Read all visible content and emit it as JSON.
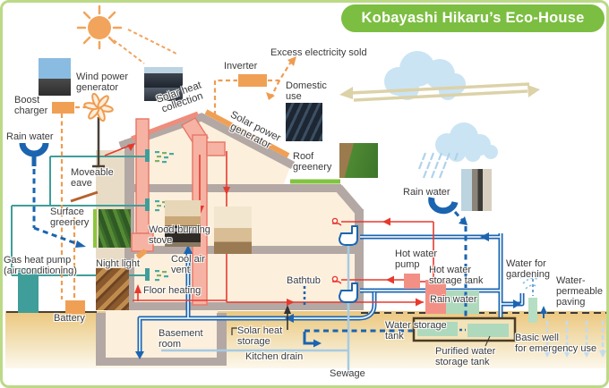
{
  "title": {
    "text": "Kobayashi Hikaru’s Eco-House"
  },
  "colors": {
    "badge_green": "#7cbe41",
    "frame_green": "#bcd987",
    "orange": "#f09d5a",
    "red": "#e8392f",
    "salmon_duct": "#f6b3a3",
    "teal": "#3f9e99",
    "pipe_blue": "#1b64b0",
    "drain_blue": "#a6cbe4",
    "ground_tan": "#ecc77e",
    "wall_gray": "#b3a8a4",
    "greenery": "#82c341"
  },
  "labels": {
    "wind_power": "Wind power\ngenerator",
    "boost_charger": "Boost\ncharger",
    "rain_water_left": "Rain water",
    "moveable_eave": "Moveable\neave",
    "surface_greenery": "Surface\ngreenery",
    "gas_heat_pump": "Gas heat pump\n(air-conditioning)",
    "night_light": "Night light",
    "battery": "Battery",
    "solar_heat_collection": "Solar heat\ncollection",
    "solar_power_generator": "Solar power\ngenerator",
    "inverter": "Inverter",
    "excess_sold": "Excess electricity sold",
    "domestic_use": "Domestic\nuse",
    "roof_greenery": "Roof\ngreenery",
    "rain_water_right": "Rain water",
    "wood_stove": "Wood-burning\nstove",
    "cool_air_vent": "Cool air\nvent",
    "floor_heating": "Floor heating",
    "basement_room": "Basement\nroom",
    "bathtub": "Bathtub",
    "solar_heat_storage": "Solar heat\nstorage",
    "kitchen_drain": "Kitchen drain",
    "sewage": "Sewage",
    "hot_water_pump": "Hot water\npump",
    "hot_water_tank": "Hot water\nstorage tank",
    "rain_water_mid": "Rain water",
    "water_tank": "Water storage\ntank",
    "purified": "Purified water\nstorage tank",
    "water_gardening": "Water for\ngardening",
    "permeable": "Water-\npermeable\npaving",
    "basic_well": "Basic well\nfor emergency use"
  }
}
